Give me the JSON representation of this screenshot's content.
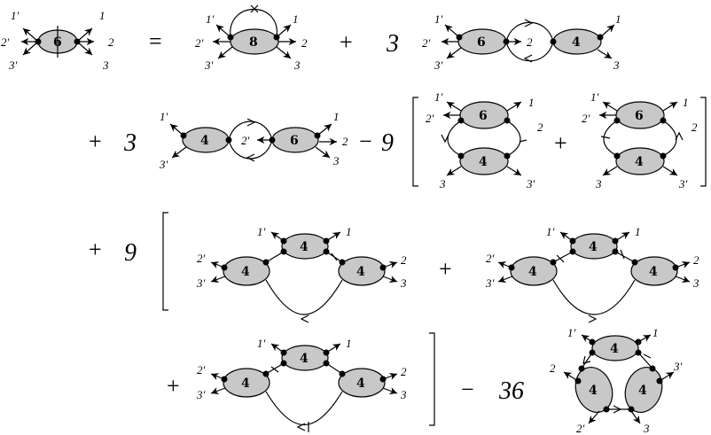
{
  "operators": {
    "equals": "=",
    "plus": "+",
    "minus": "−",
    "bracket_open": "[",
    "bracket_close": "]"
  },
  "coefficients": {
    "c3": "3",
    "c9": "9",
    "c36": "36"
  },
  "vertex_labels": {
    "v4": "4",
    "v6": "6",
    "v8": "8"
  },
  "leg_labels": {
    "one": "1",
    "two": "2",
    "three": "3",
    "one_p": "1′",
    "two_p": "2′",
    "three_p": "3′"
  }
}
